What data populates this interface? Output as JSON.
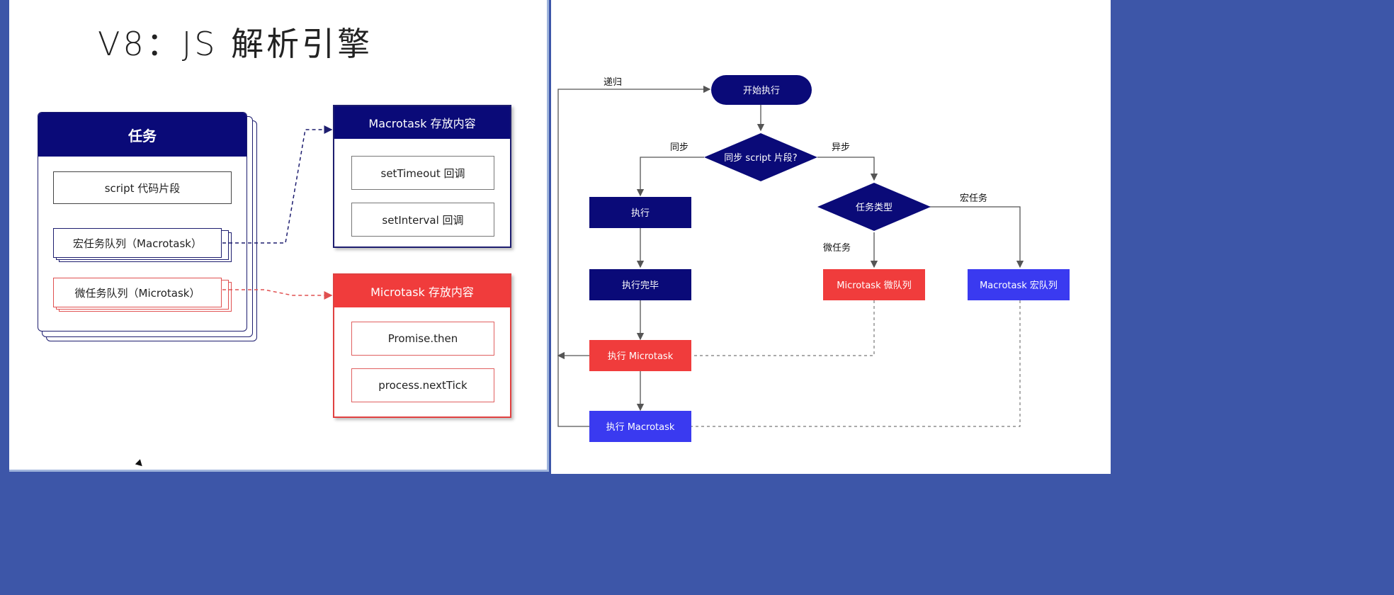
{
  "left": {
    "title": "V8：JS 解析引擎",
    "task_card": {
      "header": "任务",
      "items": [
        {
          "label": "script 代码片段"
        },
        {
          "label": "宏任务队列（Macrotask）"
        },
        {
          "label": "微任务队列（Microtask）"
        }
      ]
    },
    "macrotask_panel": {
      "header": "Macrotask 存放内容",
      "items": [
        "setTimeout 回调",
        "setInterval 回调"
      ]
    },
    "microtask_panel": {
      "header": "Microtask 存放内容",
      "items": [
        "Promise.then",
        "process.nextTick"
      ]
    }
  },
  "flowchart": {
    "start": "开始执行",
    "decision_sync": "同步 script 片段?",
    "label_sync": "同步",
    "label_async": "异步",
    "execute": "执行",
    "execute_done": "执行完毕",
    "decision_type": "任务类型",
    "label_macro": "宏任务",
    "label_micro": "微任务",
    "micro_queue": "Microtask 微队列",
    "macro_queue": "Macrotask 宏队列",
    "exec_micro": "执行 Microtask",
    "exec_macro": "执行 Macrotask",
    "label_recursion": "递归"
  },
  "colors": {
    "navy": "#0a0a78",
    "red": "#f03c3c",
    "blue": "#3a3af0",
    "background": "#3d56a8"
  }
}
